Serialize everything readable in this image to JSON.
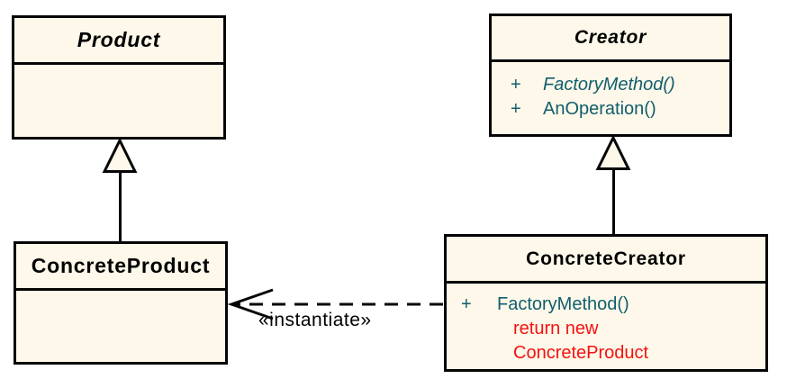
{
  "diagram_type": "uml-class-diagram",
  "classes": {
    "product": {
      "name": "Product",
      "abstract": true,
      "methods": []
    },
    "creator": {
      "name": "Creator",
      "abstract": true,
      "methods": [
        {
          "visibility": "+",
          "name": "FactoryMethod()",
          "abstract": true
        },
        {
          "visibility": "+",
          "name": "AnOperation()",
          "abstract": false
        }
      ]
    },
    "concrete_product": {
      "name": "ConcreteProduct",
      "abstract": false,
      "methods": []
    },
    "concrete_creator": {
      "name": "ConcreteCreator",
      "abstract": false,
      "methods": [
        {
          "visibility": "+",
          "name": "FactoryMethod()",
          "abstract": false
        }
      ],
      "code_note": [
        "return new",
        "ConcreteProduct"
      ]
    }
  },
  "relations": {
    "generalizations": [
      {
        "from": "ConcreteProduct",
        "to": "Product"
      },
      {
        "from": "ConcreteCreator",
        "to": "Creator"
      }
    ],
    "dependency": {
      "from": "ConcreteCreator",
      "to": "ConcreteProduct",
      "label": "«instantiate»"
    },
    "instantiate_label": "«instantiate»"
  },
  "colors": {
    "box_fill": "#fdf8e9",
    "box_border": "#050505",
    "title_text": "#000000",
    "method_text": "#115e6e",
    "code_note_text": "#f51111",
    "edge_label_text": "#000000"
  }
}
